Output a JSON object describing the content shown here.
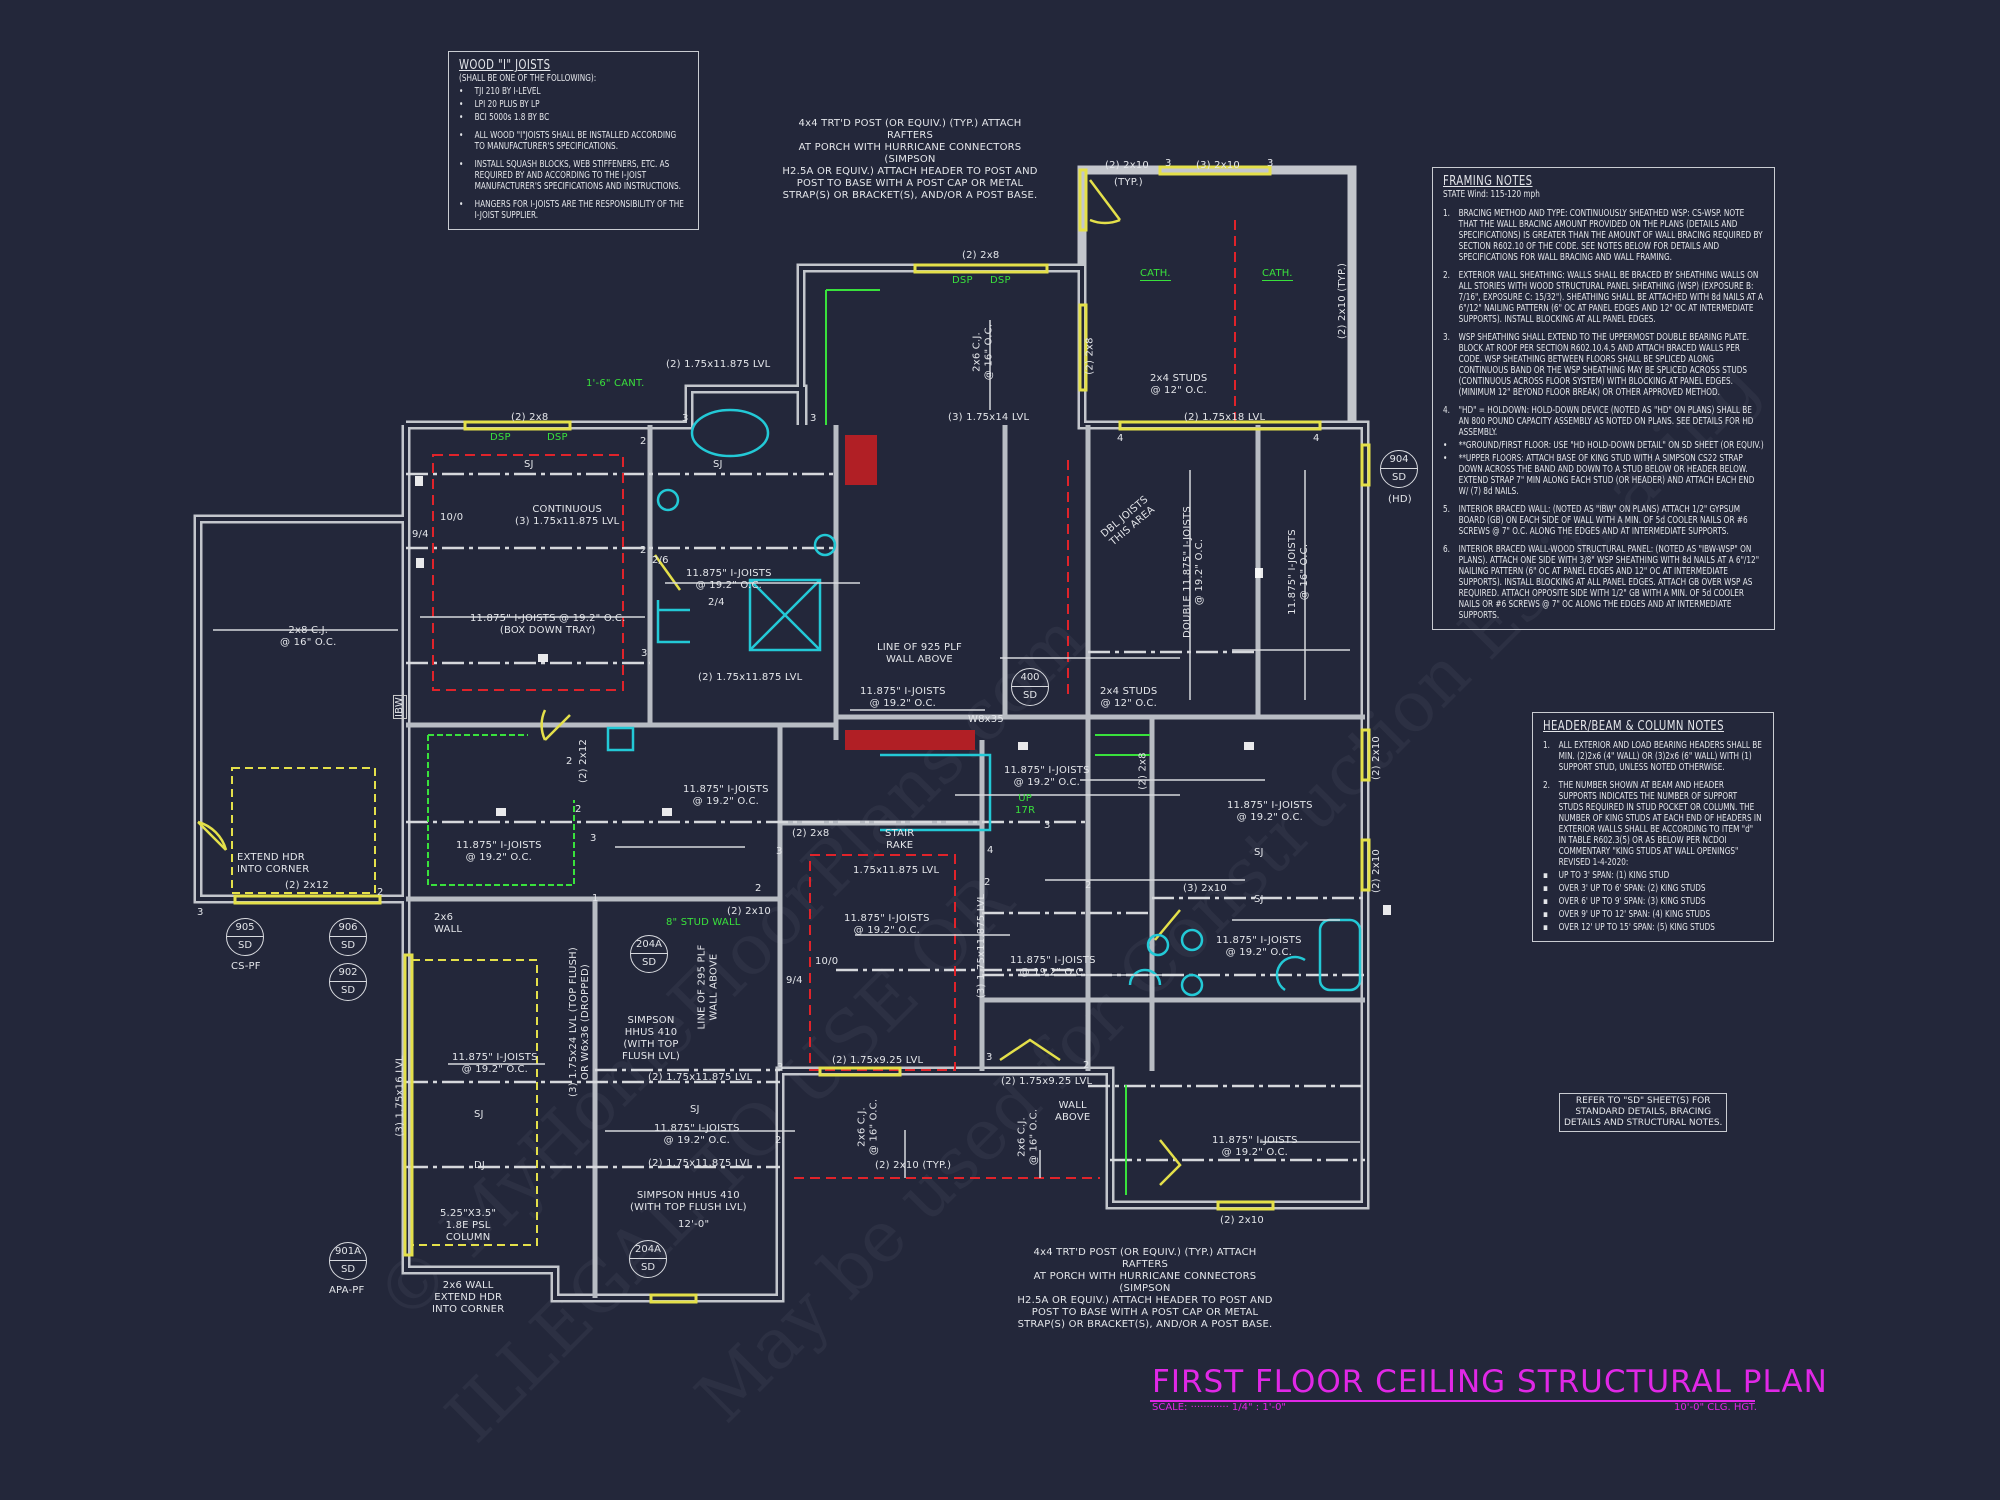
{
  "title": "FIRST FLOOR CEILING STRUCTURAL PLAN",
  "scale_label": "SCALE: ············ 1/4\" : 1'-0\"",
  "ceiling_height": "10'-0\" CLG. HGT.",
  "watermark": [
    "© MyHomeFloorPlans.com",
    "ILLEGAL TO USE OR",
    "May be used for Construction Estimating"
  ],
  "colors": {
    "background": "#23273a",
    "walls": "#c3c6cc",
    "headers": "#e4e04a",
    "beams_red": "#e0232a",
    "fixtures": "#23c9d6",
    "green_notes": "#39e13c",
    "title": "#e028e6"
  },
  "wood_joists_notes": {
    "heading": "WOOD \"I\" JOISTS",
    "sub": "(SHALL BE ONE OF THE FOLLOWING):",
    "products": [
      "TJI 210 BY I-LEVEL",
      "LPI 20 PLUS BY LP",
      "BCI 5000s 1.8 BY BC"
    ],
    "items": [
      "ALL WOOD \"I\"JOISTS SHALL BE INSTALLED ACCORDING TO MANUFACTURER'S SPECIFICATIONS.",
      "INSTALL SQUASH BLOCKS, WEB STIFFENERS, ETC. AS REQUIRED BY AND ACCORDING TO THE I-JOIST MANUFACTURER'S SPECIFICATIONS AND INSTRUCTIONS.",
      "HANGERS FOR I-JOISTS ARE THE RESPONSIBILITY OF THE I-JOIST SUPPLIER."
    ]
  },
  "framing_notes": {
    "heading": "FRAMING NOTES",
    "sub": "STATE Wind: 115-120 mph",
    "items": [
      {
        "n": "1.",
        "text": "BRACING METHOD AND TYPE: CONTINUOUSLY SHEATHED WSP: CS-WSP. NOTE THAT THE WALL BRACING AMOUNT PROVIDED ON THE PLANS (DETAILS AND SPECIFICATIONS) IS GREATER THAN THE AMOUNT OF WALL BRACING REQUIRED BY SECTION R602.10 OF THE CODE. SEE NOTES BELOW FOR DETAILS AND SPECIFICATIONS FOR WALL BRACING AND WALL FRAMING."
      },
      {
        "n": "2.",
        "text": "EXTERIOR WALL SHEATHING: WALLS SHALL BE BRACED BY SHEATHING WALLS ON ALL STORIES WITH WOOD STRUCTURAL PANEL SHEATHING (WSP) (EXPOSURE B: 7/16\", EXPOSURE C: 15/32\"). SHEATHING SHALL BE ATTACHED WITH 8d NAILS AT A 6\"/12\" NAILING PATTERN (6\" OC AT PANEL EDGES AND 12\" OC AT INTERMEDIATE SUPPORTS). INSTALL BLOCKING AT ALL PANEL EDGES."
      },
      {
        "n": "3.",
        "text": "WSP SHEATHING SHALL EXTEND TO THE UPPERMOST DOUBLE BEARING PLATE. BLOCK AT ROOF PER SECTION R602.10.4.5 AND ATTACH BRACED WALLS PER CODE. WSP SHEATHING BETWEEN FLOORS SHALL BE SPLICED ALONG CONTINUOUS BAND OR THE WSP SHEATHING MAY BE SPLICED ACROSS STUDS (CONTINUOUS ACROSS FLOOR SYSTEM) WITH BLOCKING AT PANEL EDGES. (MINIMUM 12\" BEYOND FLOOR BREAK) OR OTHER APPROVED METHOD."
      },
      {
        "n": "4.",
        "text": "\"HD\" = HOLDOWN: HOLD-DOWN DEVICE (NOTED AS \"HD\" ON PLANS) SHALL BE AN 800 POUND CAPACITY ASSEMBLY AS NOTED ON PLANS. SEE DETAILS FOR HD ASSEMBLY."
      },
      {
        "n": "•",
        "text": "**GROUND/FIRST FLOOR: USE \"HD HOLD-DOWN DETAIL\" ON SD SHEET (OR EQUIV.)"
      },
      {
        "n": "•",
        "text": "**UPPER FLOORS: ATTACH BASE OF KING STUD WITH A SIMPSON CS22 STRAP DOWN ACROSS THE BAND AND DOWN TO A STUD BELOW OR HEADER BELOW. EXTEND STRAP 7\" MIN ALONG EACH STUD (OR HEADER) AND ATTACH EACH END W/ (7) 8d NAILS."
      },
      {
        "n": "5.",
        "text": "INTERIOR BRACED WALL: (NOTED AS \"IBW\" ON PLANS) ATTACH 1/2\" GYPSUM BOARD (GB) ON EACH SIDE OF WALL WITH A MIN. OF 5d COOLER NAILS OR #6 SCREWS @ 7\" O.C. ALONG THE EDGES AND AT INTERMEDIATE SUPPORTS."
      },
      {
        "n": "6.",
        "text": "INTERIOR BRACED WALL-WOOD STRUCTURAL PANEL: (NOTED AS \"IBW-WSP\" ON PLANS). ATTACH ONE SIDE WITH 3/8\" WSP SHEATHING WITH 8d NAILS AT A 6\"/12\" NAILING PATTERN (6\" OC AT PANEL EDGES AND 12\" OC AT INTERMEDIATE SUPPORTS). INSTALL BLOCKING AT ALL PANEL EDGES. ATTACH GB OVER WSP AS REQUIRED. ATTACH OPPOSITE SIDE WITH 1/2\" GB WITH A MIN. OF 5d COOLER NAILS OR #6 SCREWS @ 7\" OC ALONG THE EDGES AND AT INTERMEDIATE SUPPORTS."
      }
    ]
  },
  "header_notes": {
    "heading": "HEADER/BEAM & COLUMN NOTES",
    "items": [
      {
        "n": "1.",
        "text": "ALL EXTERIOR AND LOAD BEARING HEADERS SHALL BE MIN. (2)2x6 (4\" WALL) OR (3)2x6 (6\" WALL) WITH (1) SUPPORT STUD, UNLESS NOTED OTHERWISE."
      },
      {
        "n": "2.",
        "text": "THE NUMBER SHOWN AT BEAM AND HEADER SUPPORTS INDICATES THE NUMBER OF SUPPORT STUDS REQUIRED IN STUD POCKET OR COLUMN. THE NUMBER OF KING STUDS AT EACH END OF HEADERS IN EXTERIOR WALLS SHALL BE ACCORDING TO ITEM \"d\" IN TABLE R602.3(5) OR AS BELOW PER NCDOI COMMENTARY \"KING STUDS AT WALL OPENINGS\" REVISED 1-4-2020:"
      }
    ],
    "spans": [
      "UP TO 3' SPAN: (1) KING STUD",
      "OVER 3' UP TO 6' SPAN: (2) KING STUDS",
      "OVER 6' UP TO 9' SPAN: (3) KING STUDS",
      "OVER 9' UP TO 12' SPAN: (4) KING STUDS",
      "OVER 12' UP TO 15' SPAN: (5) KING STUDS"
    ]
  },
  "refer_note": "REFER TO \"SD\" SHEET(S) FOR\nSTANDARD DETAILS, BRACING\nDETAILS AND STRUCTURAL NOTES.",
  "plan": {
    "labels": [
      "4x4 TRT'D POST (OR EQUIV.) (TYP.) ATTACH RAFTERS\nAT PORCH WITH HURRICANE CONNECTORS (SIMPSON\nH2.5A OR EQUIV.) ATTACH HEADER TO POST AND\nPOST TO BASE WITH A POST CAP OR METAL\nSTRAP(S) OR BRACKET(S), AND/OR A POST BASE.",
      "(2) 2x10",
      "(TYP.)",
      "(3) 2x10",
      "(2) 2x8",
      "DSP",
      "DSP",
      "CATH.",
      "CATH.",
      "(2) 2x10 (TYP.)",
      "2x6 C.J.\n@ 16\" O.C.",
      "(2) 2x8",
      "2x4 STUDS\n@ 12\" O.C.",
      "(3) 1.75x14 LVL",
      "(2) 1.75x18 LVL",
      "1'-6\" CANT.",
      "(2) 1.75x11.875 LVL",
      "(2) 2x8",
      "DSP",
      "DSP",
      "SJ",
      "SJ",
      "CONTINUOUS\n(3) 1.75x11.875 LVL",
      "10/0",
      "9/4",
      "11.875\" I-JOISTS @ 19.2\" O.C.\n(BOX DOWN TRAY)",
      "2x8 C.J.\n@ 16\" O.C.",
      "11.875\" I-JOISTS\n@ 19.2\" O.C.",
      "2/6",
      "2/4",
      "(2) 1.75x11.875 LVL",
      "LINE OF 925 PLF\nWALL ABOVE",
      "11.875\" I-JOISTS\n@ 19.2\" O.C.",
      "W8x35",
      "2x4 STUDS\n@ 12\" O.C.",
      "DBL JOISTS\nTHIS AREA",
      "DOUBLE 11.875\" I-JOISTS\n@ 19.2\" O.C.",
      "11.875\" I-JOISTS\n@ 16\" O.C.",
      "(HD)",
      "11.875\" I-JOISTS\n@ 19.2\" O.C.",
      "(2) 2x12",
      "11.875\" I-JOISTS\n@ 19.2\" O.C.",
      "EXTEND HDR\nINTO CORNER",
      "(2) 2x12",
      "CS-PF",
      "2x6\nWALL",
      "8\" STUD WALL",
      "(2) 2x10",
      "STAIR\nRAKE",
      "1.75x11.875 LVL",
      "(2) 2x8",
      "11.875\" I-JOISTS\n@ 19.2\" O.C.",
      "UP\n17R",
      "(2) 2x8",
      "11.875\" I-JOISTS\n@ 19.2\" O.C.",
      "SJ",
      "SJ",
      "(2) 2x10",
      "(2) 2x10",
      "(3) 2x10",
      "11.875\" I-JOISTS\n@ 19.2\" O.C.",
      "(3) 1.75x11.875 LVL",
      "11.875\" I-JOISTS\n@ 19.2\" O.C.",
      "11.875\" I-JOISTS\n@ 19.2\" O.C.",
      "10/0",
      "9/4",
      "(3) 1.75x24 LVL (TOP FLUSH)\nOR W6x36 (DROPPED)",
      "LINE OF 295 PLF\nWALL ABOVE",
      "SIMPSON\nHHUS 410\n(WITH TOP\nFLUSH LVL)",
      "11.875\" I-JOISTS\n@ 19.2\" O.C.",
      "(3) 1.75x16 LVL",
      "(2) 1.75x11.875 LVL",
      "SJ",
      "SJ",
      "11.875\" I-JOISTS\n@ 19.2\" O.C.",
      "DJ",
      "(2) 1.75x11.875 LVL",
      "SIMPSON HHUS 410\n(WITH TOP FLUSH LVL)",
      "12'-0\"",
      "5.25\"X3.5\"\n1.8E PSL\nCOLUMN",
      "APA-PF",
      "2x6 WALL\nEXTEND HDR\nINTO CORNER",
      "(2) 1.75x9.25 LVL",
      "(2) 1.75x9.25 LVL",
      "2x6 C.J.\n@ 16\" O.C.",
      "2x6 C.J.\n@ 16\" O.C.",
      "(2) 2x10 (TYP.)",
      "WALL\nABOVE",
      "11.875\" I-JOISTS\n@ 19.2\" O.C.",
      "(2) 2x10",
      "4x4 TRT'D POST (OR EQUIV.) (TYP.) ATTACH RAFTERS\nAT PORCH WITH HURRICANE CONNECTORS (SIMPSON\nH2.5A OR EQUIV.) ATTACH HEADER TO POST AND\nPOST TO BASE WITH A POST CAP OR METAL\nSTRAP(S) OR BRACKET(S), AND/OR A POST BASE.",
      "IBW"
    ],
    "detail_tags": [
      {
        "num": "904",
        "sheet": "SD"
      },
      {
        "num": "400",
        "sheet": "SD"
      },
      {
        "num": "905",
        "sheet": "SD"
      },
      {
        "num": "906",
        "sheet": "SD"
      },
      {
        "num": "902",
        "sheet": "SD"
      },
      {
        "num": "204A",
        "sheet": "SD"
      },
      {
        "num": "901A",
        "sheet": "SD"
      },
      {
        "num": "204A",
        "sheet": "SD"
      }
    ],
    "support_counts": [
      "3",
      "3",
      "3",
      "3",
      "2",
      "2",
      "3",
      "4",
      "4",
      "2",
      "2",
      "3",
      "2",
      "3",
      "2",
      "3",
      "1",
      "3",
      "2",
      "2",
      "2",
      "3",
      "4",
      "3",
      "2"
    ]
  }
}
